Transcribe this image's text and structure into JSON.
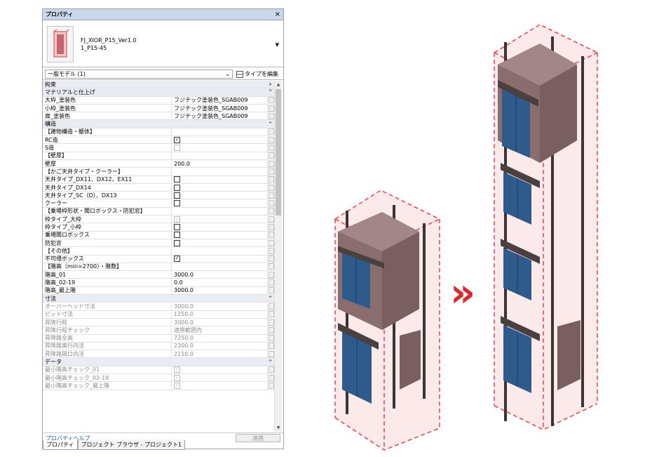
{
  "panel": {
    "title": "プロパティ",
    "close": "×",
    "type_name_line1": "FJ_XIOR_P15_Ver1.0",
    "type_name_line2": "1_P15-45",
    "selector_value": "一般モデル (1)",
    "edit_type": "タイプを編集",
    "help_link": "プロパティヘルプ",
    "apply": "適用",
    "tabs": [
      "プロパティ",
      "プロジェクト ブラウザ - プロジェクト1"
    ]
  },
  "rows": [
    {
      "kind": "group",
      "label": "拘束",
      "caret": "»"
    },
    {
      "kind": "group",
      "label": "マテリアルと仕上げ",
      "caret": "^"
    },
    {
      "kind": "param",
      "label": "大枠_塗装色",
      "value": "フジテック塗装色_SGAB009"
    },
    {
      "kind": "param",
      "label": "小枠_塗装色",
      "value": "フジテック塗装色_SGAB009"
    },
    {
      "kind": "param",
      "label": "扉_塗装色",
      "value": "フジテック塗装色_SGAB009"
    },
    {
      "kind": "group",
      "label": "構造",
      "caret": "^"
    },
    {
      "kind": "param",
      "label": "【建物構造・躯体】",
      "value": ""
    },
    {
      "kind": "check",
      "label": "RC造",
      "checked": true
    },
    {
      "kind": "checkdis",
      "label": "S造",
      "checked": false
    },
    {
      "kind": "param",
      "label": "【壁厚】",
      "value": ""
    },
    {
      "kind": "param",
      "label": "壁厚",
      "value": "200.0"
    },
    {
      "kind": "param",
      "label": "【かご天井タイプ・クーラー】",
      "value": ""
    },
    {
      "kind": "check",
      "label": "天井タイプ_DX11、DX12、EX11",
      "checked": false
    },
    {
      "kind": "check",
      "label": "天井タイプ_DX14",
      "checked": false
    },
    {
      "kind": "check",
      "label": "天井タイプ_SC（D）、DX13",
      "checked": false
    },
    {
      "kind": "check",
      "label": "クーラー",
      "checked": false
    },
    {
      "kind": "param",
      "label": "【乗場枠形状・聞ロボックス・防犯窓】",
      "value": ""
    },
    {
      "kind": "checkdis",
      "label": "枠タイプ_大枠",
      "checked": true
    },
    {
      "kind": "check",
      "label": "枠タイプ_小枠",
      "checked": false
    },
    {
      "kind": "check",
      "label": "乗場聞ロボックス",
      "checked": false
    },
    {
      "kind": "check",
      "label": "防犯窓",
      "checked": false
    },
    {
      "kind": "param",
      "label": "【その他】",
      "value": ""
    },
    {
      "kind": "check",
      "label": "不可侵ボックス",
      "checked": true
    },
    {
      "kind": "param",
      "label": "【階高（min=2700）・階数】",
      "value": ""
    },
    {
      "kind": "param",
      "label": "階高_01",
      "value": "3000.0"
    },
    {
      "kind": "param",
      "label": "階高_02-19",
      "value": "0.0"
    },
    {
      "kind": "param",
      "label": "階高_最上階",
      "value": "3000.0"
    },
    {
      "kind": "group",
      "label": "寸法",
      "caret": "^"
    },
    {
      "kind": "dim",
      "label": "オーバーヘッド寸法",
      "value": "3000.0"
    },
    {
      "kind": "dim",
      "label": "ピット寸法",
      "value": "1250.0"
    },
    {
      "kind": "dim",
      "label": "昇降行程",
      "value": "3000.0"
    },
    {
      "kind": "dim",
      "label": "昇降行程チェック",
      "value": "適用範囲内"
    },
    {
      "kind": "dim",
      "label": "昇降路全高",
      "value": "7250.0"
    },
    {
      "kind": "dim",
      "label": "昇降路奥行内法",
      "value": "2300.0"
    },
    {
      "kind": "dim",
      "label": "昇降路間口内法",
      "value": "2150.0"
    },
    {
      "kind": "group",
      "label": "データ",
      "caret": "^"
    },
    {
      "kind": "dimcheck",
      "label": "最小階高チェック_01",
      "checked": true
    },
    {
      "kind": "dimcheck",
      "label": "最小階高チェック_02-19",
      "checked": true
    },
    {
      "kind": "dimcheck",
      "label": "最小階高チェック_最上階",
      "checked": true
    }
  ],
  "arrow_glyph": "»",
  "colors": {
    "guide": "#ff4d5a",
    "car": "#8a6e6e",
    "door": "#2f5a8c",
    "rail": "#3a3434"
  }
}
